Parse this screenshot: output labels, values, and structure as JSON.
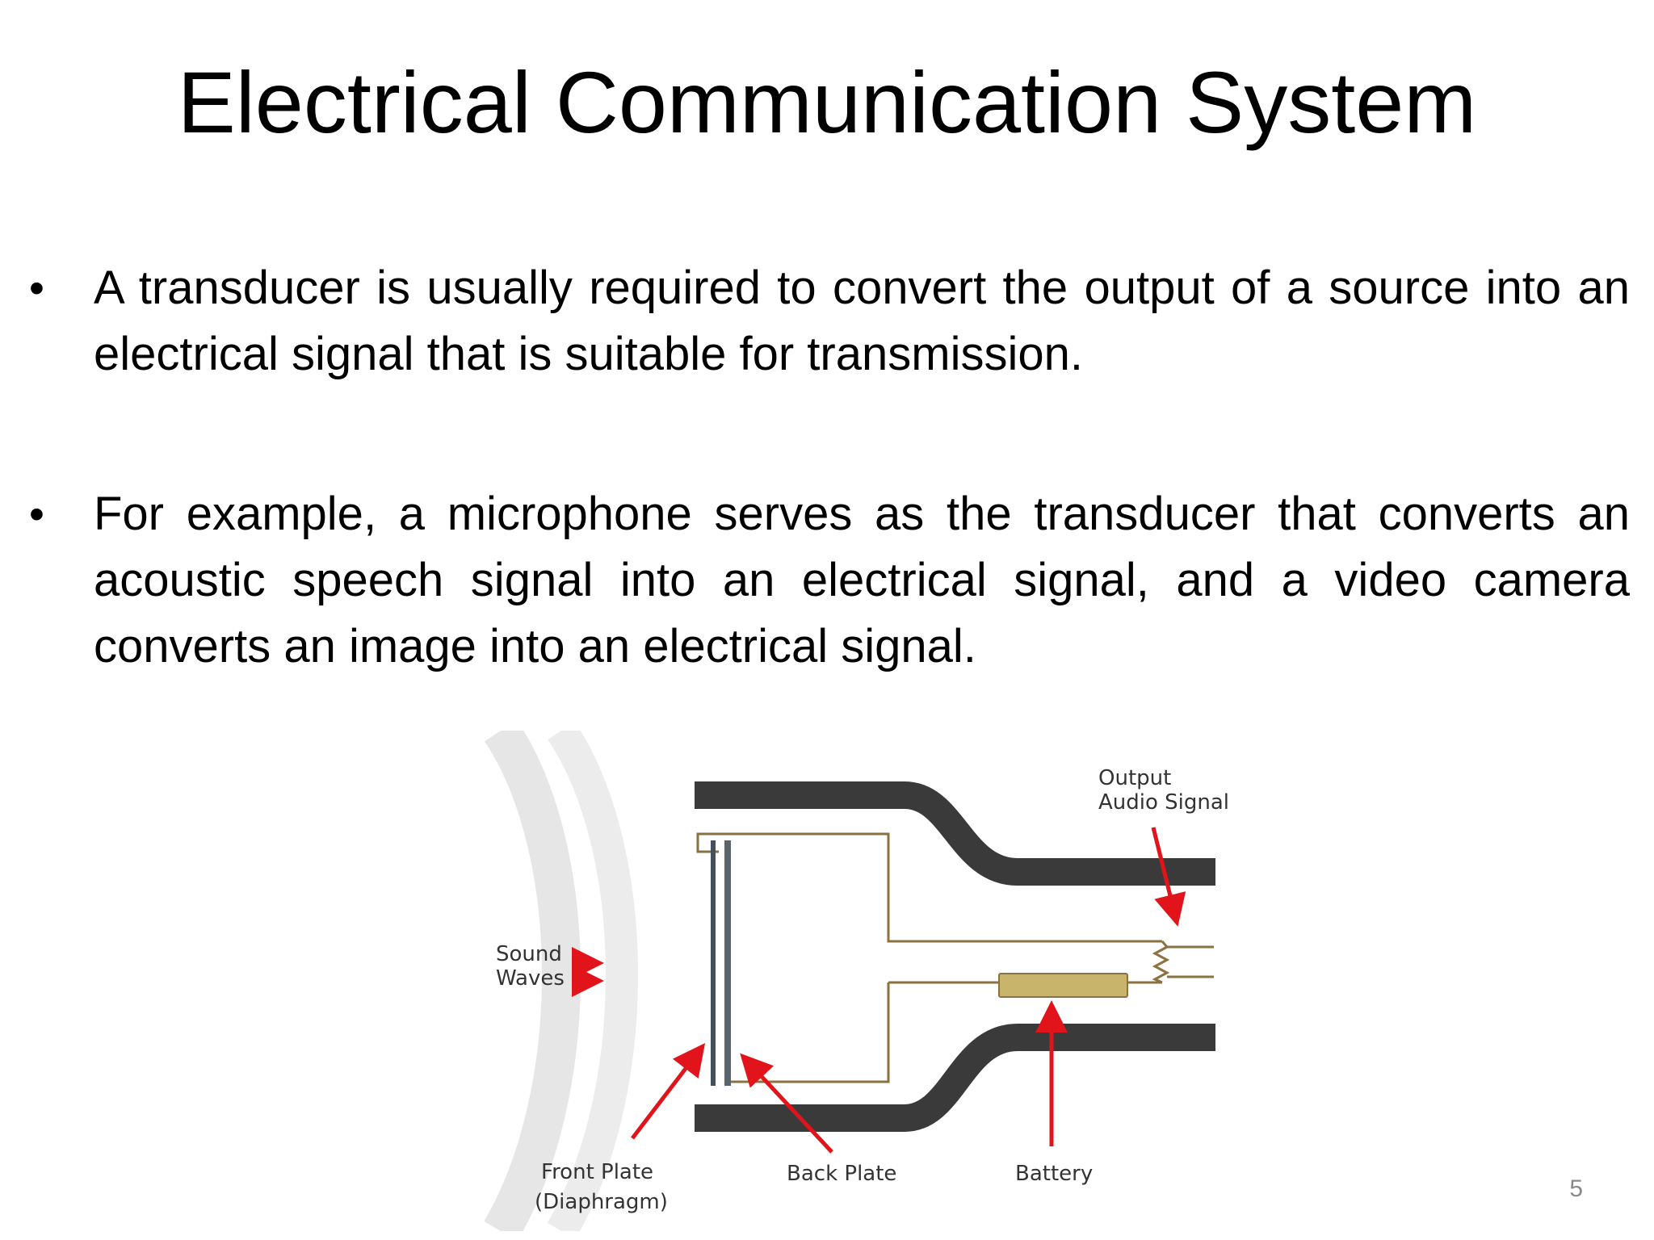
{
  "slide": {
    "title": "Electrical Communication System",
    "page_number": "5"
  },
  "bullets": [
    {
      "marker": "•",
      "text": "A transducer is usually required to convert the output of a source into an electrical signal that is suitable for transmission."
    },
    {
      "marker": "•",
      "text": "For example, a microphone serves as the transducer that converts an acoustic speech signal into an electrical signal, and a video camera converts an image into an electrical signal."
    }
  ],
  "diagram": {
    "labels": {
      "output_line1": "Output",
      "output_line2": "Audio Signal",
      "sound_line1": "Sound",
      "sound_line2": "Waves",
      "front_plate_line1": "Front Plate",
      "front_plate_line2": "(Diaphragm)",
      "back_plate": "Back Plate",
      "battery": "Battery"
    },
    "colors": {
      "housing": "#3a3a3a",
      "wire": "#8a7340",
      "arrow": "#e0141a",
      "battery": "#c8b46a",
      "wave": "#e6e6e6"
    }
  }
}
